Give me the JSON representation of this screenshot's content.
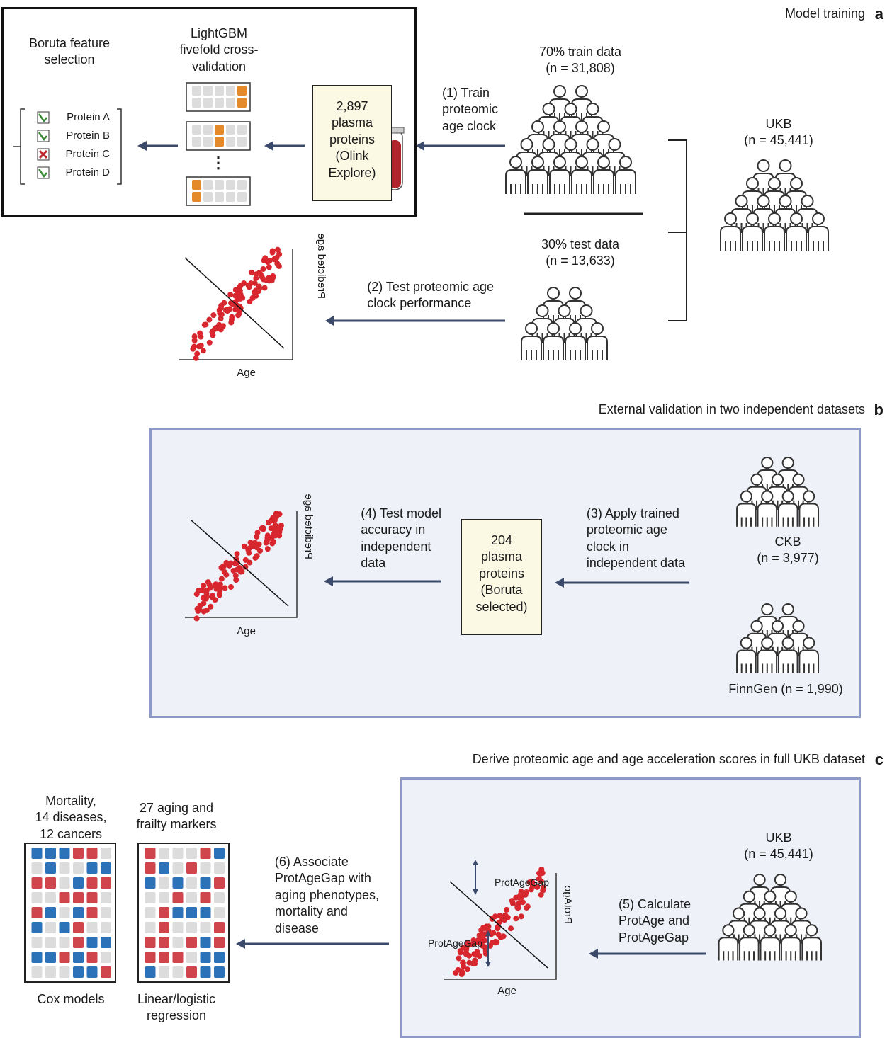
{
  "colors": {
    "dot_red": "#d7262e",
    "arrow": "#3b4a6b",
    "orange": "#e58a2a",
    "blue": "#2b72b8",
    "red_cell": "#d0454c",
    "grey_cell": "#dcdcdc",
    "panel_border": "#8d9ac8",
    "panel_fill": "#eef1f8",
    "box_fill": "#fbf8e4",
    "blood": "#b0242c"
  },
  "section_a": {
    "letter": "a",
    "title": "Model training",
    "ukb": {
      "name": "UKB",
      "n": "(n = 45,441)"
    },
    "train": {
      "label": "70% train data",
      "n": "(n = 31,808)"
    },
    "test": {
      "label": "30% test data",
      "n": "(n = 13,633)"
    },
    "step1": [
      "(1) Train",
      "proteomic",
      "age clock"
    ],
    "step2": [
      "(2) Test proteomic age",
      "clock performance"
    ],
    "proteins_box": [
      "2,897",
      "plasma",
      "proteins",
      "(Olink",
      "Explore)"
    ],
    "lightgbm": [
      "LightGBM",
      "fivefold cross-",
      "validation"
    ],
    "boruta_title": [
      "Boruta feature",
      "selection"
    ],
    "protein_list": [
      {
        "name": "Protein A",
        "status": "check"
      },
      {
        "name": "Protein B",
        "status": "check"
      },
      {
        "name": "Protein C",
        "status": "cross"
      },
      {
        "name": "Protein D",
        "status": "check"
      }
    ],
    "ellipsis": "⋮",
    "plot": {
      "ylabel": "Predicted age",
      "xlabel": "Age"
    }
  },
  "section_b": {
    "letter": "b",
    "title": "External validation in two independent datasets",
    "ckb": {
      "name": "CKB",
      "n": "(n = 3,977)"
    },
    "finngen": "FinnGen (n = 1,990)",
    "step3": [
      "(3) Apply trained",
      "proteomic age",
      "clock in",
      "independent data"
    ],
    "proteins_box": [
      "204",
      "plasma",
      "proteins",
      "(Boruta",
      "selected)"
    ],
    "step4": [
      "(4) Test model",
      "accuracy in",
      "independent",
      "data"
    ],
    "plot": {
      "ylabel": "Predicted age",
      "xlabel": "Age"
    }
  },
  "section_c": {
    "letter": "c",
    "title": "Derive proteomic age and age acceleration scores in full UKB dataset",
    "ukb": {
      "name": "UKB",
      "n": "(n = 45,441)"
    },
    "step5": [
      "(5) Calculate",
      "ProtAge and",
      "ProtAgeGap"
    ],
    "plot": {
      "ylabel": "ProtAge",
      "xlabel": "Age",
      "gap_label": "ProtAgeGap"
    },
    "step6": [
      "(6) Associate",
      "ProtAgeGap with",
      "aging phenotypes,",
      "mortality and",
      "disease"
    ],
    "markers_title": [
      "27 aging and",
      "frailty markers"
    ],
    "markers_caption": [
      "Linear/logistic",
      "regression"
    ],
    "mortality_title": [
      "Mortality,",
      "14 diseases,",
      "12 cancers"
    ],
    "mortality_caption": "Cox models"
  }
}
